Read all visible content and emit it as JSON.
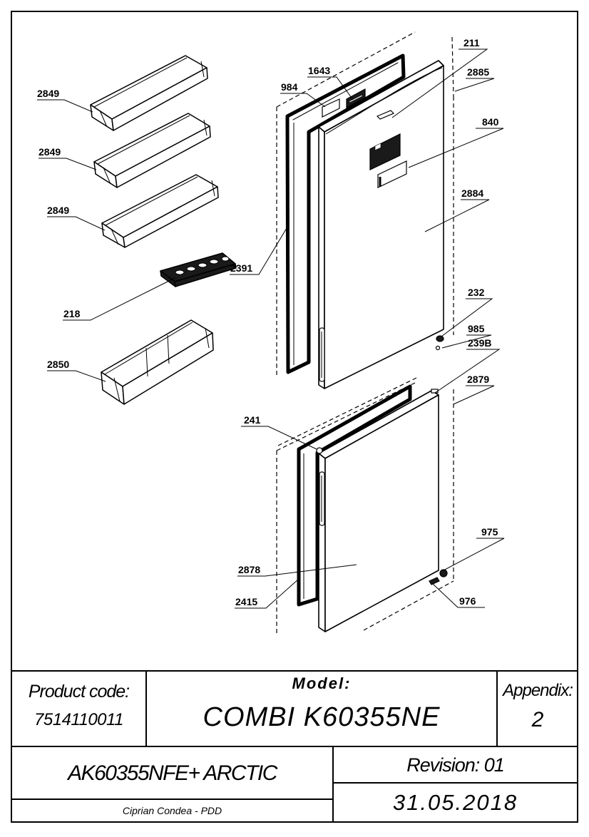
{
  "callouts": {
    "c2849a": "2849",
    "c2849b": "2849",
    "c2849c": "2849",
    "c218": "218",
    "c2850": "2850",
    "c984": "984",
    "c1643": "1643",
    "c211": "211",
    "c2885": "2885",
    "c840": "840",
    "c2884": "2884",
    "c2391": "2391",
    "c232": "232",
    "c985": "985",
    "c239b": "239B",
    "c2879": "2879",
    "c241": "241",
    "c975": "975",
    "c2878": "2878",
    "c2415": "2415",
    "c976": "976"
  },
  "title_block": {
    "product_code_label": "Product code:",
    "product_code": "7514110011",
    "model_label": "Model:",
    "model": "COMBI K60355NE",
    "appendix_label": "Appendix:",
    "appendix": "2",
    "variant": "AK60355NFE+ ARCTIC",
    "revision": "Revision: 01",
    "author": "Ciprian Condea - PDD",
    "date": "31.05.2018"
  }
}
